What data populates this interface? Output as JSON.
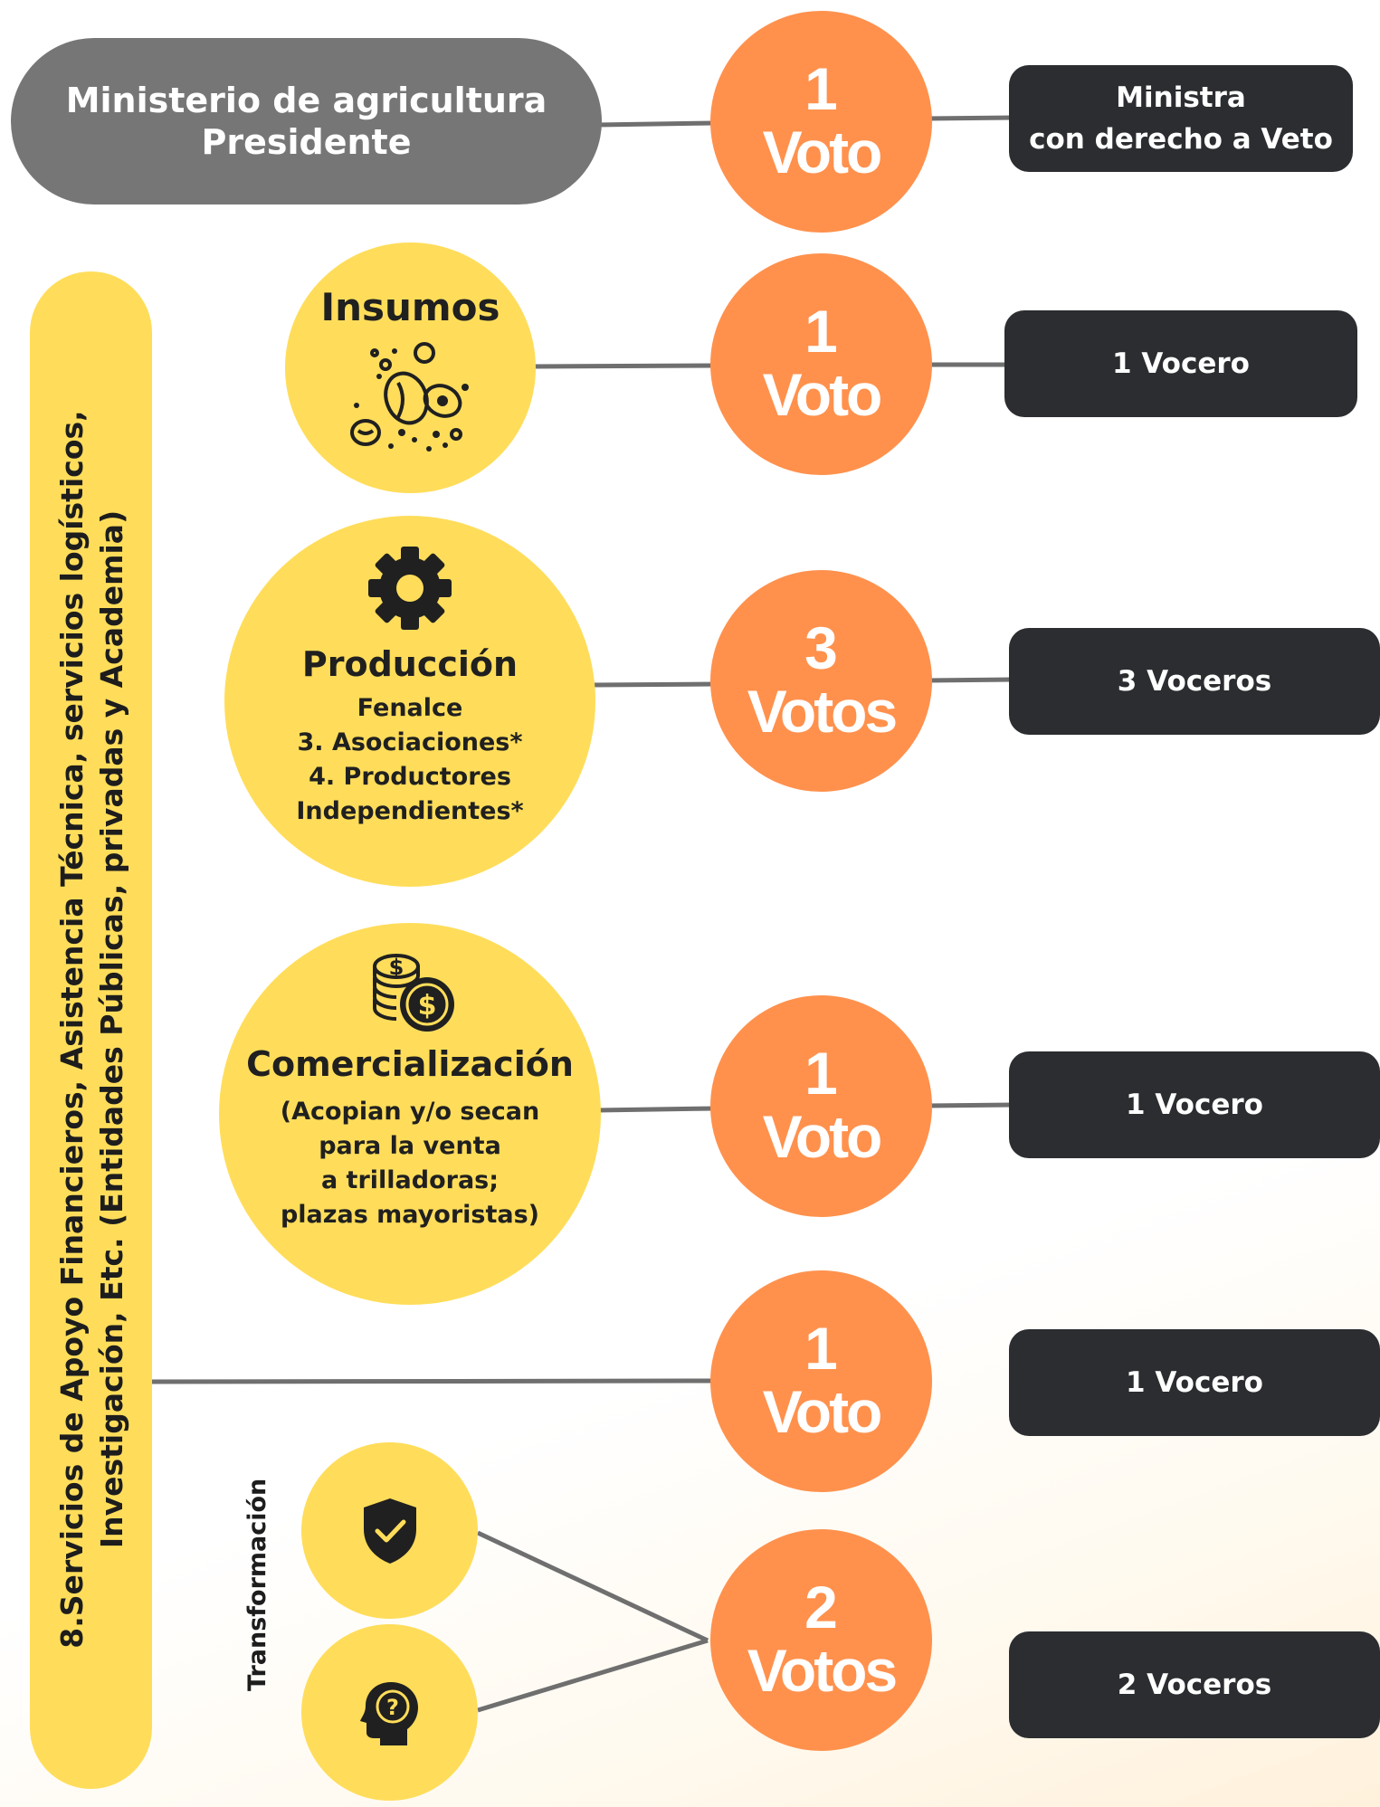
{
  "president": {
    "line1": "Ministerio de agricultura",
    "line2": "Presidente"
  },
  "side_bar": {
    "line1": "8.Servicios de Apoyo Financieros, Asistencia Técnica, servicios logísticos,",
    "line2": "Investigación, Etc. (Entidades Públicas, privadas y Academia)"
  },
  "insumos": {
    "title": "Insumos",
    "icon": "seeds-icon"
  },
  "produccion": {
    "title": "Producción",
    "icon": "gear-icon",
    "lines": [
      "Fenalce",
      "3. Asociaciones*",
      "4. Productores",
      "Independientes*"
    ]
  },
  "comercializacion": {
    "title": "Comercialización",
    "icon": "coins-dollar-icon",
    "lines": [
      "(Acopian y/o secan",
      "para la venta",
      "a trilladoras;",
      "plazas mayoristas)"
    ]
  },
  "transformacion": {
    "label": "Transformación",
    "icons": [
      "shield-check-icon",
      "head-question-icon"
    ]
  },
  "votes": [
    {
      "number": "1",
      "word": "Voto"
    },
    {
      "number": "1",
      "word": "Voto"
    },
    {
      "number": "3",
      "word": "Votos"
    },
    {
      "number": "1",
      "word": "Voto"
    },
    {
      "number": "1",
      "word": "Voto"
    },
    {
      "number": "2",
      "word": "Votos"
    }
  ],
  "spokes": [
    {
      "line1": "Ministra",
      "line2": "con derecho a Veto"
    },
    {
      "line1": "1 Vocero"
    },
    {
      "line1": "3 Voceros"
    },
    {
      "line1": "1 Vocero"
    },
    {
      "line1": "1 Vocero"
    },
    {
      "line1": "2 Voceros"
    }
  ],
  "colors": {
    "vote_orange": "#ff914d",
    "actor_yellow": "#ffdd5a",
    "box_dark": "#2b2d30",
    "president_gray": "#767676",
    "connector_gray": "#6f6f6f"
  }
}
